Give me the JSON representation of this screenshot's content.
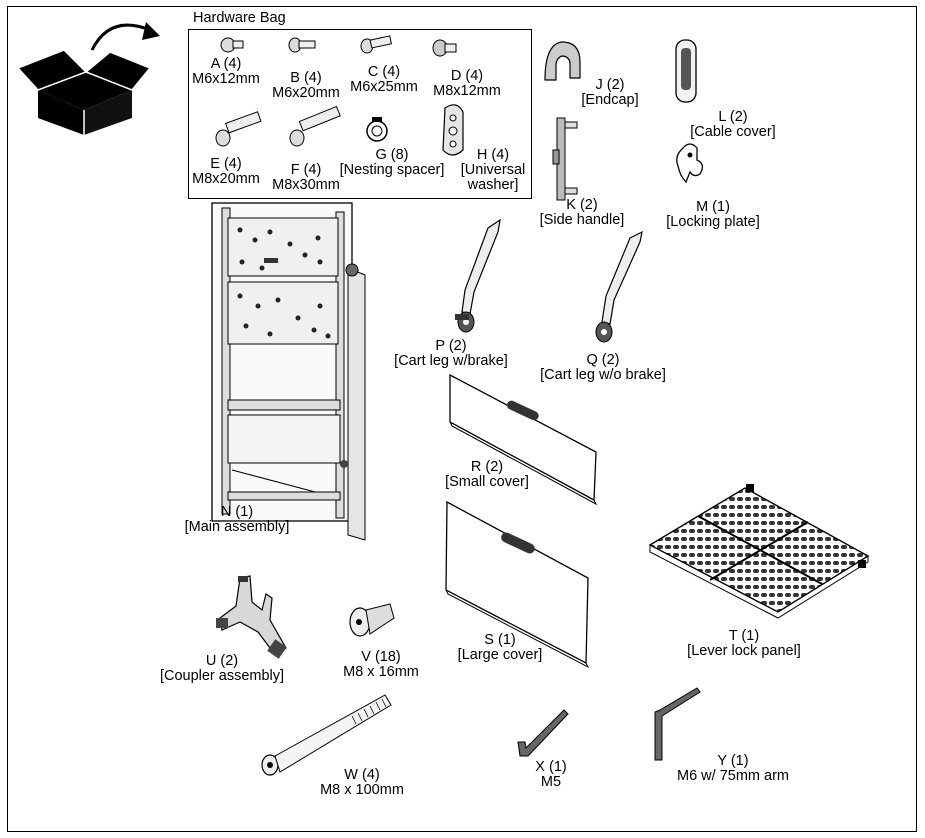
{
  "hardware_bag": {
    "title": "Hardware Bag"
  },
  "parts": {
    "A": {
      "line1": "A (4)",
      "line2": "M6x12mm"
    },
    "B": {
      "line1": "B (4)",
      "line2": "M6x20mm"
    },
    "C": {
      "line1": "C (4)",
      "line2": "M6x25mm"
    },
    "D": {
      "line1": "D (4)",
      "line2": "M8x12mm"
    },
    "E": {
      "line1": "E (4)",
      "line2": "M8x20mm"
    },
    "F": {
      "line1": "F (4)",
      "line2": "M8x30mm"
    },
    "G": {
      "line1": "G (8)",
      "line2": "[Nesting spacer]"
    },
    "H": {
      "line1": "H (4)",
      "line2": "[Universal",
      "line3": "washer]"
    },
    "J": {
      "line1": "J (2)",
      "line2": "[Endcap]"
    },
    "K": {
      "line1": "K (2)",
      "line2": "[Side handle]"
    },
    "L": {
      "line1": "L (2)",
      "line2": "[Cable cover]"
    },
    "M": {
      "line1": "M (1)",
      "line2": "[Locking plate]"
    },
    "N": {
      "line1": "N (1)",
      "line2": "[Main assembly]"
    },
    "P": {
      "line1": "P (2)",
      "line2": "[Cart leg w/brake]"
    },
    "Q": {
      "line1": "Q (2)",
      "line2": "[Cart leg w/o brake]"
    },
    "R": {
      "line1": "R (2)",
      "line2": "[Small cover]"
    },
    "S": {
      "line1": "S (1)",
      "line2": "[Large cover]"
    },
    "T": {
      "line1": "T (1)",
      "line2": "[Lever lock panel]"
    },
    "U": {
      "line1": "U (2)",
      "line2": "[Coupler assembly]"
    },
    "V": {
      "line1": "V (18)",
      "line2": "M8 x 16mm"
    },
    "W": {
      "line1": "W (4)",
      "line2": "M8 x 100mm"
    },
    "X": {
      "line1": "X (1)",
      "line2": "M5"
    },
    "Y": {
      "line1": "Y (1)",
      "line2": "M6 w/ 75mm arm"
    }
  }
}
